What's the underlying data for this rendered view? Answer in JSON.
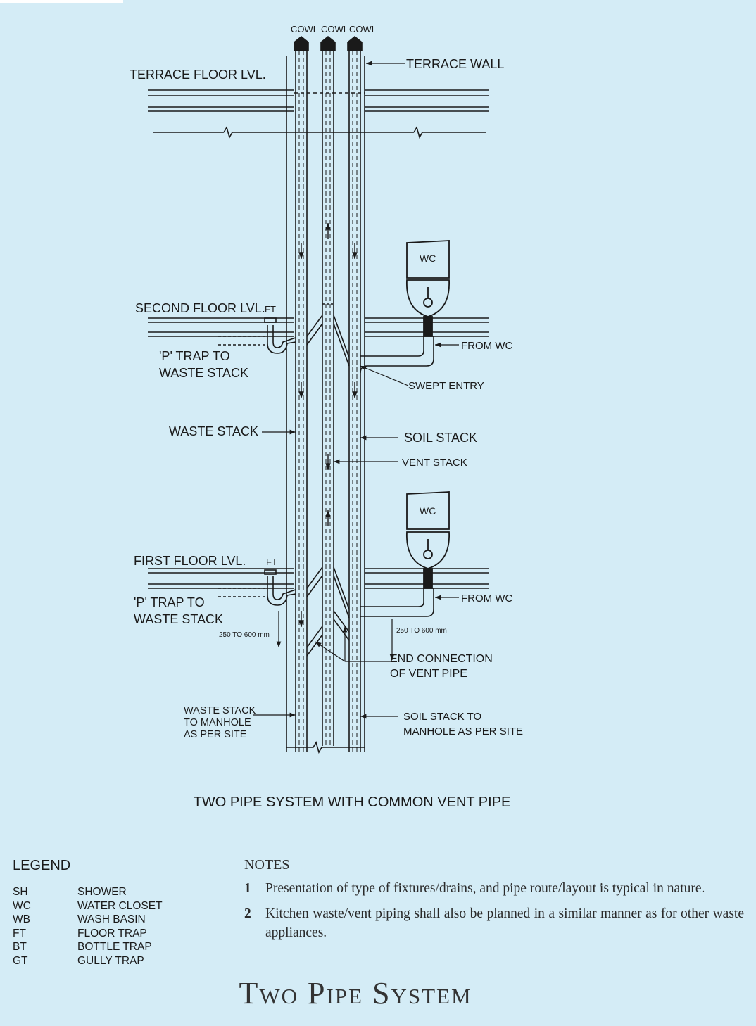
{
  "diagram": {
    "labels": {
      "cowl_1": "COWL",
      "cowl_2": "COWL",
      "cowl_3": "COWL",
      "terrace_floor": "TERRACE FLOOR LVL.",
      "terrace_wall": "TERRACE WALL",
      "second_floor": "SECOND FLOOR LVL.",
      "ft_second": "FT",
      "wc_upper": "WC",
      "from_wc_upper": "FROM WC",
      "p_trap_upper_1": "'P' TRAP TO",
      "p_trap_upper_2": "WASTE STACK",
      "swept_entry": "SWEPT ENTRY",
      "waste_stack": "WASTE STACK",
      "soil_stack": "SOIL STACK",
      "vent_stack": "VENT STACK",
      "wc_lower": "WC",
      "first_floor": "FIRST FLOOR LVL.",
      "ft_first": "FT",
      "from_wc_lower": "FROM WC",
      "p_trap_lower_1": "'P' TRAP TO",
      "p_trap_lower_2": "WASTE STACK",
      "dim_left": "250 TO 600 mm",
      "dim_right": "250 TO 600 mm",
      "end_conn_1": "END CONNECTION",
      "end_conn_2": "OF VENT PIPE",
      "waste_manhole_1": "WASTE STACK",
      "waste_manhole_2": "TO MANHOLE",
      "waste_manhole_3": "AS PER SITE",
      "soil_manhole_1": "SOIL STACK TO",
      "soil_manhole_2": "MANHOLE AS PER SITE"
    },
    "caption": "TWO PIPE SYSTEM WITH COMMON VENT PIPE"
  },
  "legend": {
    "title": "LEGEND",
    "items": [
      {
        "code": "SH",
        "name": "SHOWER"
      },
      {
        "code": "WC",
        "name": "WATER CLOSET"
      },
      {
        "code": "WB",
        "name": "WASH BASIN"
      },
      {
        "code": "FT",
        "name": "FLOOR TRAP"
      },
      {
        "code": "BT",
        "name": "BOTTLE TRAP"
      },
      {
        "code": "GT",
        "name": "GULLY TRAP"
      }
    ]
  },
  "notes": {
    "title": "NOTES",
    "items": [
      {
        "num": "1",
        "text": "Presentation of type of fixtures/drains, and pipe route/layout is typical in nature."
      },
      {
        "num": "2",
        "text": "Kitchen waste/vent piping shall also be planned in a similar manner as for other waste appliances."
      }
    ]
  },
  "page_title": "Two Pipe System",
  "colors": {
    "background": "#d4ecf6",
    "line": "#1a1a1a",
    "title": "#333333"
  }
}
